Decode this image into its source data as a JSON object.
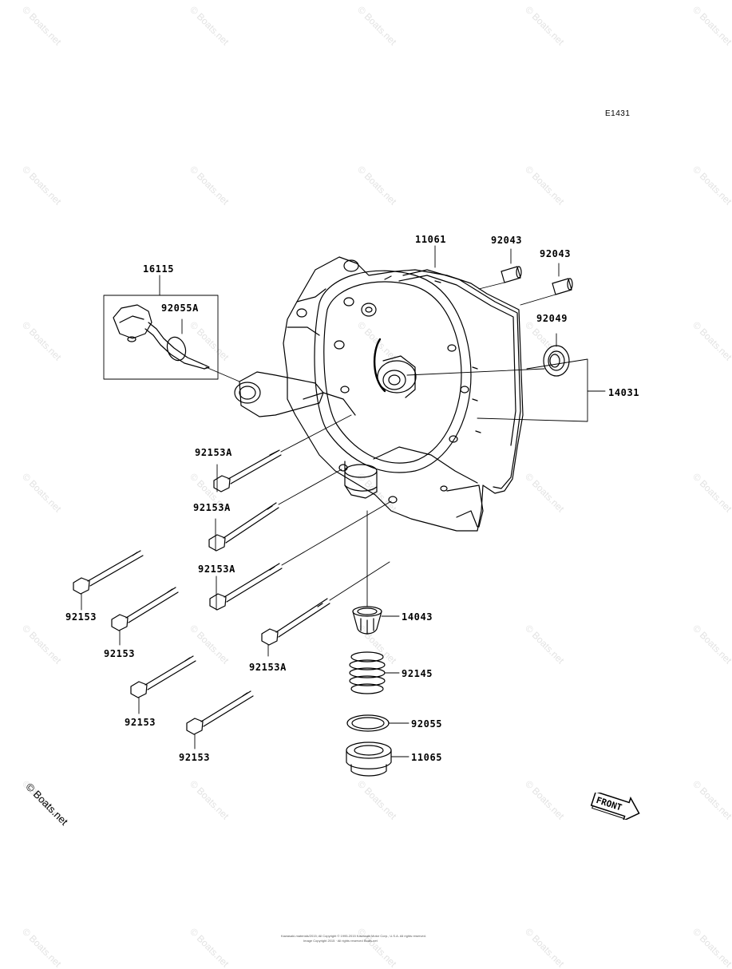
{
  "diagram_code": "E1431",
  "watermark_text": "© Boats.net",
  "copyright_mark": "© Boats.net",
  "footer_line1": "Kawasaki-materials/2015; All Copyright © 1995-2015 Kawasaki Motor Corp., U.S.A. All rights reserved.",
  "footer_line2": "Image Copyright 2015 · All rights reserved Boats.net",
  "front_label": "FRONT",
  "part_labels": {
    "p11061": "11061",
    "p92043a": "92043",
    "p92043b": "92043",
    "p16115": "16115",
    "p92055A": "92055A",
    "p92049": "92049",
    "p14031": "14031",
    "p92153A_1": "92153A",
    "p92153A_2": "92153A",
    "p92153A_3": "92153A",
    "p92153A_4": "92153A",
    "p92153_1": "92153",
    "p92153_2": "92153",
    "p92153_3": "92153",
    "p92153_4": "92153",
    "p14043": "14043",
    "p92145": "92145",
    "p92055": "92055",
    "p11065": "11065"
  }
}
